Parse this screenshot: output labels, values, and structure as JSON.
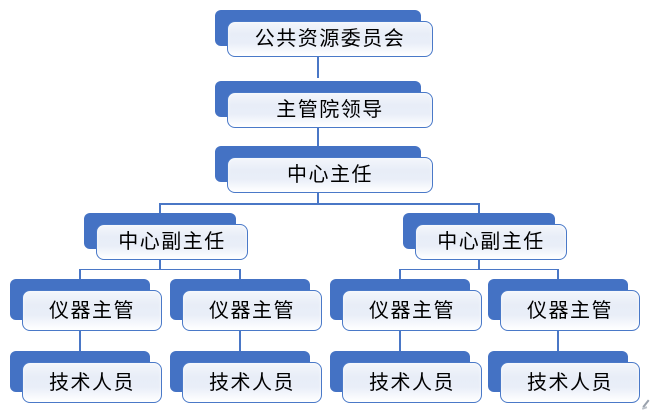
{
  "diagram": {
    "type": "org-chart",
    "nodes": [
      {
        "label": "公共资源委员会",
        "level": 1,
        "parent": null
      },
      {
        "label": "主管院领导",
        "level": 2,
        "parent": 0
      },
      {
        "label": "中心主任",
        "level": 3,
        "parent": 1
      },
      {
        "label": "中心副主任",
        "level": 4,
        "parent": 2
      },
      {
        "label": "中心副主任",
        "level": 4,
        "parent": 2
      },
      {
        "label": "仪器主管",
        "level": 5,
        "parent": 3
      },
      {
        "label": "仪器主管",
        "level": 5,
        "parent": 3
      },
      {
        "label": "仪器主管",
        "level": 5,
        "parent": 4
      },
      {
        "label": "仪器主管",
        "level": 5,
        "parent": 4
      },
      {
        "label": "技术人员",
        "level": 6,
        "parent": 5
      },
      {
        "label": "技术人员",
        "level": 6,
        "parent": 6
      },
      {
        "label": "技术人员",
        "level": 6,
        "parent": 7
      },
      {
        "label": "技术人员",
        "level": 6,
        "parent": 8
      }
    ],
    "colors": {
      "shadow_bar": "#4472c4",
      "box_border": "#4a79c8",
      "box_fill_tint": "#e8edf7",
      "connector": "#4a77c6",
      "text": "#000000",
      "canvas": "#ffffff"
    }
  }
}
